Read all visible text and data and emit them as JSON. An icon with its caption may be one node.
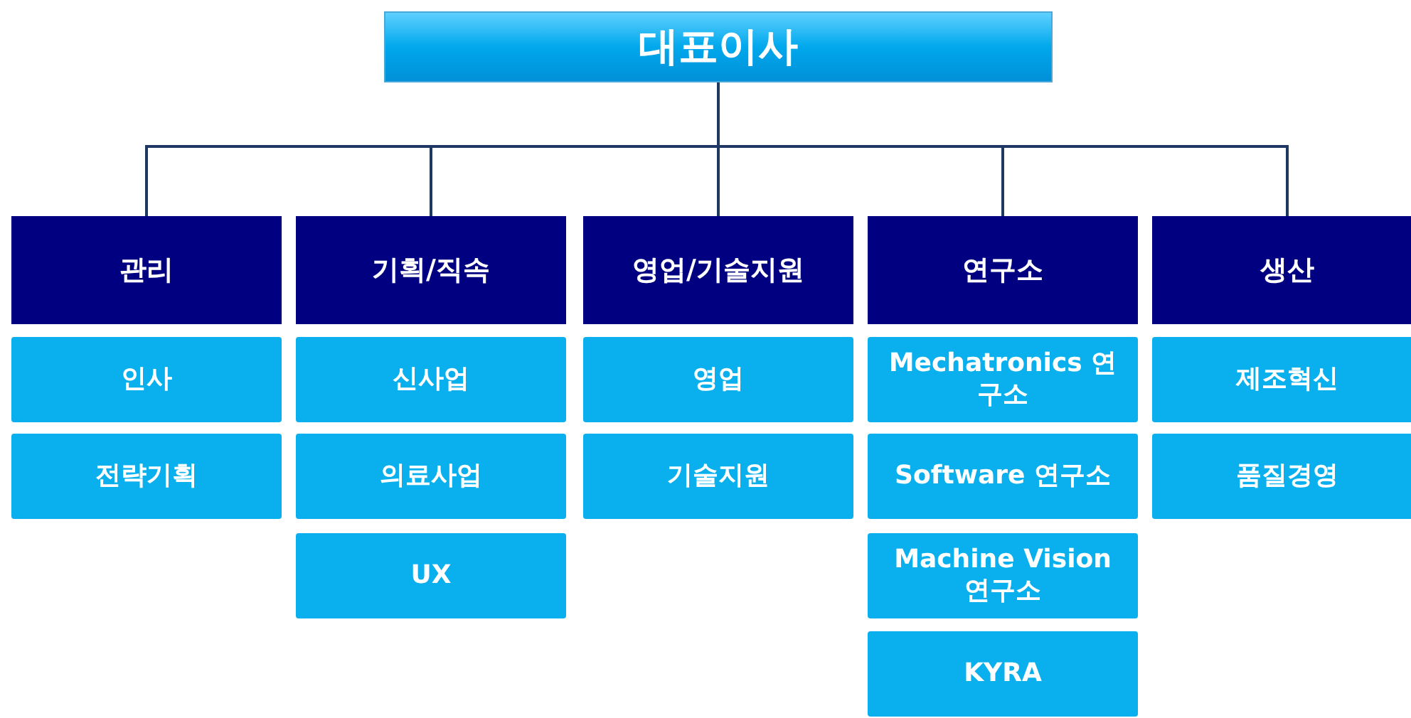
{
  "diagram": {
    "nodes": [
      {
        "text": [
          "대표이사"
        ]
      },
      {
        "text": [
          "관리"
        ]
      },
      {
        "text": [
          "기획/직속"
        ]
      },
      {
        "text": [
          "영업/기술지원"
        ]
      },
      {
        "text": [
          "연구소"
        ]
      },
      {
        "text": [
          "생산"
        ]
      },
      {
        "text": [
          "인사"
        ]
      },
      {
        "text": [
          "신사업"
        ]
      },
      {
        "text": [
          "영업"
        ]
      },
      {
        "text": [
          "Mechatronics 연구소"
        ]
      },
      {
        "text": [
          "제조혁신"
        ]
      },
      {
        "text": [
          "전략기획"
        ]
      },
      {
        "text": [
          "의료사업"
        ]
      },
      {
        "text": [
          "기술지원"
        ]
      },
      {
        "text": [
          "Software 연구소"
        ]
      },
      {
        "text": [
          "품질경영"
        ]
      },
      {
        "text": [
          "UX"
        ]
      },
      {
        "text": [
          "Machine Vision 연구소"
        ]
      },
      {
        "text": [
          "KYRA"
        ]
      }
    ],
    "edges": [
      {
        "from": 0,
        "to": 1,
        "arrow": "none"
      },
      {
        "from": 0,
        "to": 2,
        "arrow": "none"
      },
      {
        "from": 0,
        "to": 3,
        "arrow": "none"
      },
      {
        "from": 0,
        "to": 4,
        "arrow": "none"
      },
      {
        "from": 0,
        "to": 5,
        "arrow": "none"
      }
    ]
  }
}
